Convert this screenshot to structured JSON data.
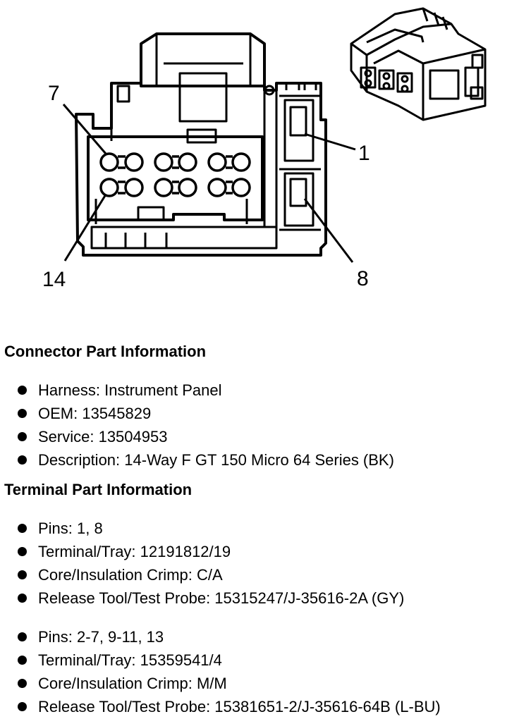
{
  "diagram": {
    "callouts": {
      "pin7": "7",
      "pin1": "1",
      "pin14": "14",
      "pin8": "8"
    }
  },
  "connector_info": {
    "title": "Connector Part Information",
    "items": [
      "Harness: Instrument Panel",
      "OEM: 13545829",
      "Service: 13504953",
      "Description: 14-Way F GT 150 Micro 64 Series (BK)"
    ]
  },
  "terminal_info": {
    "title": "Terminal Part Information",
    "groups": [
      {
        "items": [
          "Pins: 1, 8",
          "Terminal/Tray: 12191812/19",
          "Core/Insulation Crimp: C/A",
          "Release Tool/Test Probe: 15315247/J-35616-2A (GY)"
        ]
      },
      {
        "items": [
          "Pins: 2-7, 9-11, 13",
          "Terminal/Tray: 15359541/4",
          "Core/Insulation Crimp: M/M",
          "Release Tool/Test Probe: 15381651-2/J-35616-64B (L-BU)"
        ]
      }
    ]
  }
}
